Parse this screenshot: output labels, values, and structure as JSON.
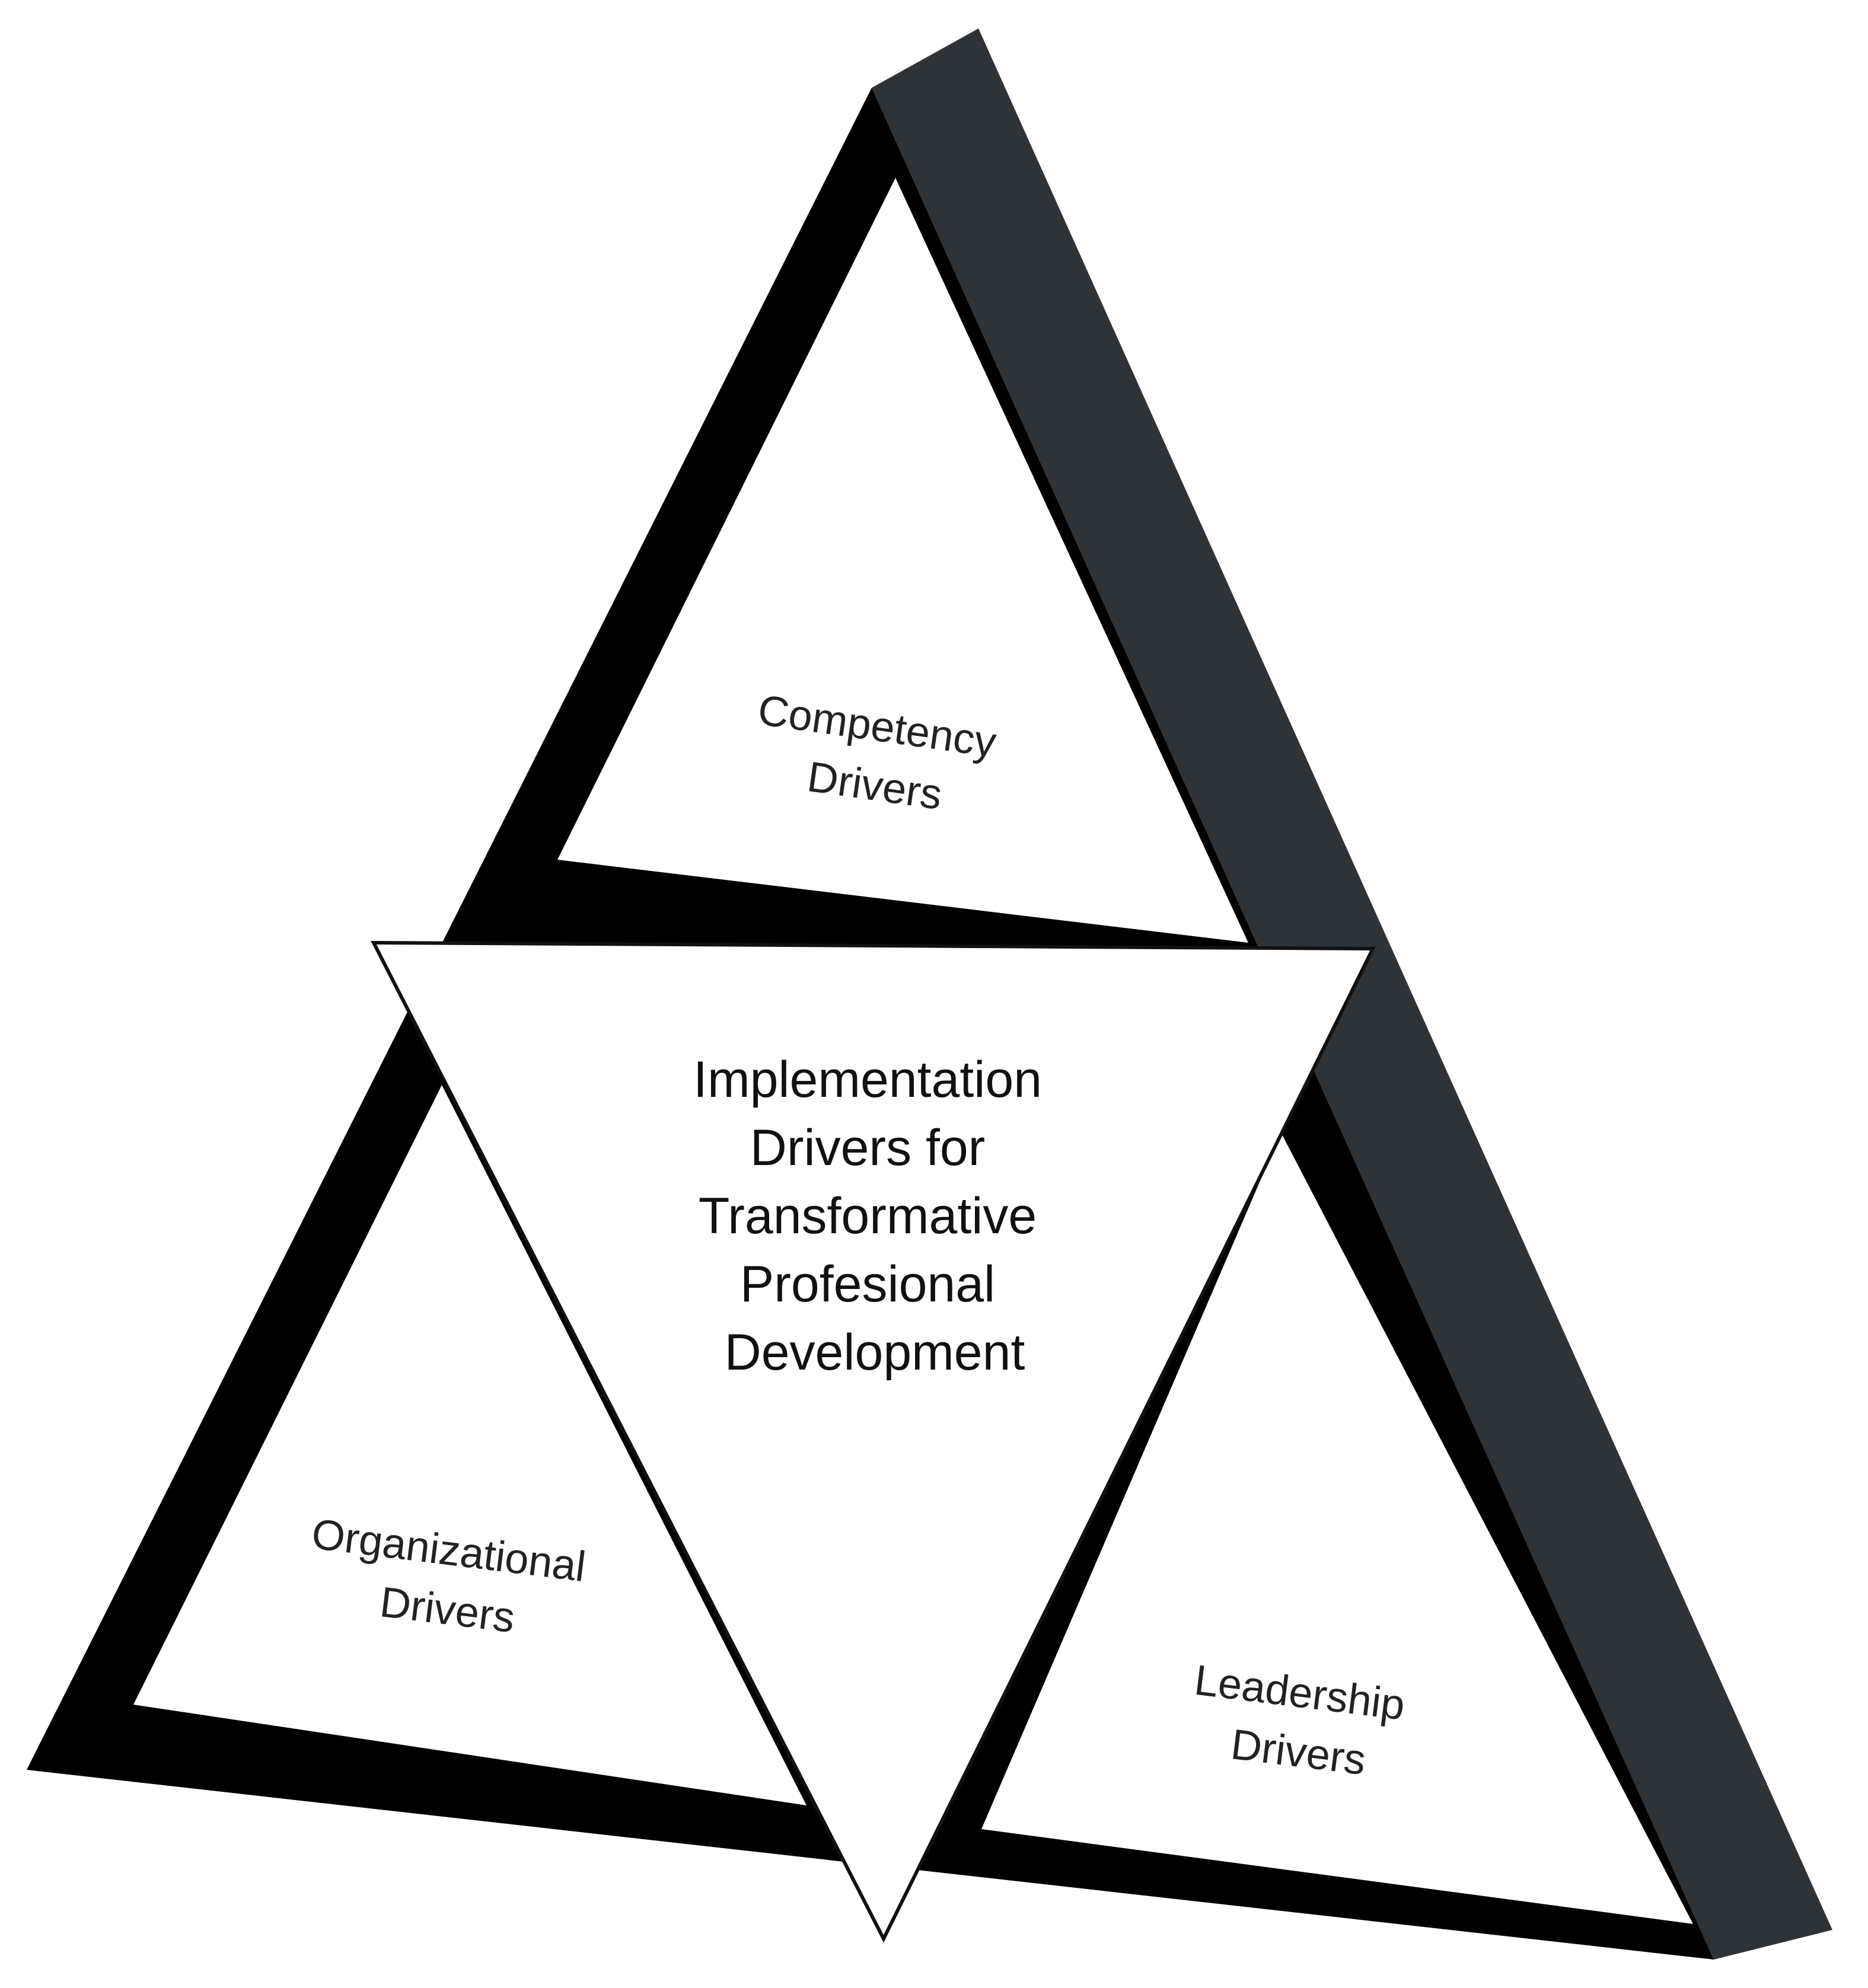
{
  "diagram": {
    "colors": {
      "frame_front": "#000000",
      "frame_side": "#2e3338",
      "fill": "#ffffff",
      "text": "#222222"
    },
    "center": {
      "lines": [
        "Implementation",
        "Drivers for",
        "Transformative",
        "Profesional",
        "Development"
      ]
    },
    "top": {
      "lines": [
        "Competency",
        "Drivers"
      ]
    },
    "left": {
      "lines": [
        "Organizational",
        "Drivers"
      ]
    },
    "right": {
      "lines": [
        "Leadership",
        "Drivers"
      ]
    }
  }
}
